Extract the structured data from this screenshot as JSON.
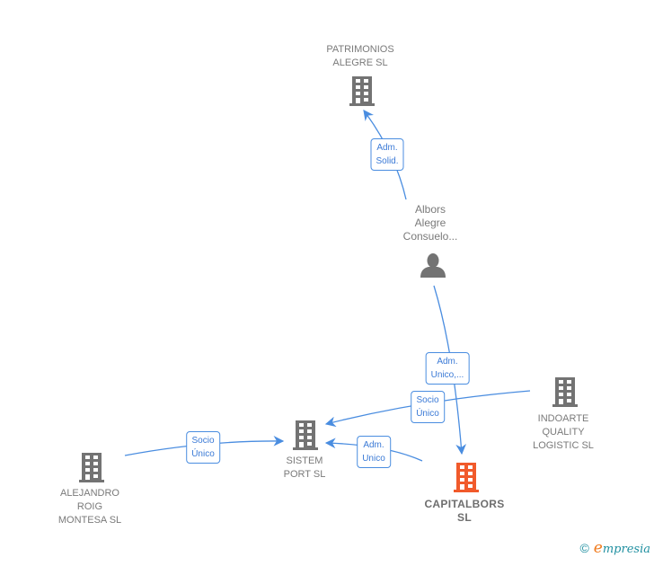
{
  "colors": {
    "node_default": "#737373",
    "node_focus": "#f15a2b",
    "edge": "#4a8de0",
    "label_text": "#7a7a7a"
  },
  "nodes": [
    {
      "id": "patrimonios",
      "type": "company",
      "label": "PATRIMONIOS\nALEGRE  SL",
      "focus": false
    },
    {
      "id": "albors",
      "type": "person",
      "label": "Albors\nAlegre\nConsuelo...",
      "focus": false
    },
    {
      "id": "indoarte",
      "type": "company",
      "label": "INDOARTE\nQUALITY\nLOGISTIC  SL",
      "focus": false
    },
    {
      "id": "sistem",
      "type": "company",
      "label": "SISTEM\nPORT SL",
      "focus": false
    },
    {
      "id": "alejandro",
      "type": "company",
      "label": "ALEJANDRO\nROIG\nMONTESA  SL",
      "focus": false
    },
    {
      "id": "capitalbors",
      "type": "company",
      "label": "CAPITALBORS\nSL",
      "focus": true
    }
  ],
  "edges": [
    {
      "from": "albors",
      "to": "patrimonios",
      "label": "Adm.\nSolid."
    },
    {
      "from": "albors",
      "to": "capitalbors",
      "label": "Adm.\nUnico,..."
    },
    {
      "from": "indoarte",
      "to": "sistem",
      "label": "Socio\nÚnico"
    },
    {
      "from": "capitalbors",
      "to": "sistem",
      "label": "Adm.\nUnico"
    },
    {
      "from": "alejandro",
      "to": "sistem",
      "label": "Socio\nÚnico"
    }
  ],
  "footer": {
    "copyright_symbol": "©",
    "brand_initial": "e",
    "brand_rest": "mpresia"
  }
}
